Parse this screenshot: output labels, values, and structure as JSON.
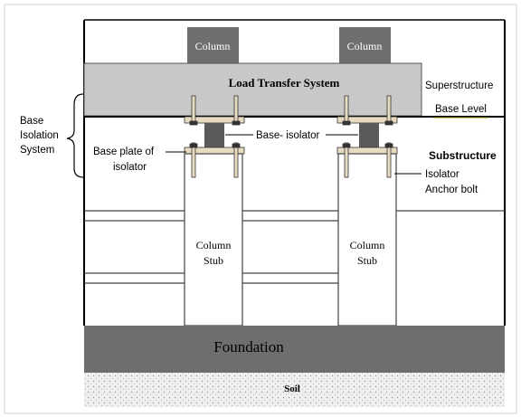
{
  "diagram": {
    "labels": {
      "column_left": "Column",
      "column_right": "Column",
      "load_transfer_system": "Load Transfer System",
      "superstructure": "Superstructure",
      "base_level": "Base Level",
      "base_isolation_system": [
        "Base",
        "Isolation",
        "System"
      ],
      "base_plate": [
        "Base plate of",
        "isolator"
      ],
      "base_isolator": "Base- isolator",
      "substructure": "Substructure",
      "anchor_bolt": [
        "Isolator",
        "Anchor bolt"
      ],
      "column_stub_left": [
        "Column",
        "Stub"
      ],
      "column_stub_right": [
        "Column",
        "Stub"
      ],
      "foundation": "Foundation",
      "soil": "Soil"
    },
    "colors": {
      "column": "#6f6f6f",
      "load_transfer": "#c8c8c8",
      "foundation": "#6e6e6e",
      "soil": "#efefef",
      "stub_fill": "#ffffff",
      "bolt": "#e8dcc0",
      "isolator": "#5a5a5a",
      "line": "#000000"
    }
  }
}
